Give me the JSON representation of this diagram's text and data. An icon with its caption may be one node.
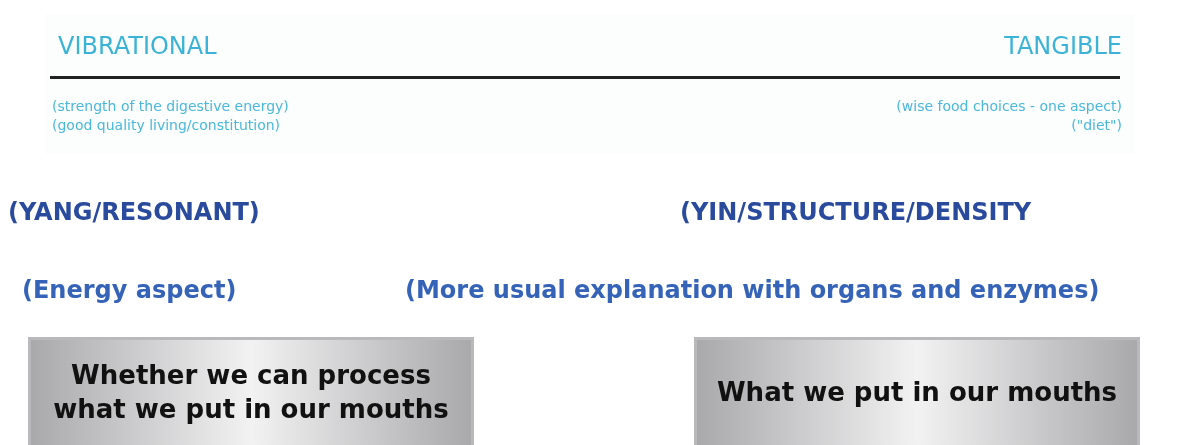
{
  "diagram": {
    "nodes": [
      {
        "text": [
          "Whether we can process what we put in our mouths"
        ]
      },
      {
        "text": [
          "What we put in our mouths"
        ]
      }
    ],
    "labels": [
      "VIBRATIONAL",
      "TANGIBLE",
      "(strength of the digestive energy) (good quality living/constitution)",
      "(wise food choices - one aspect) (\"diet\")",
      "(YANG/RESONANT)",
      "(YIN/STRUCTURE/DENSITY",
      "(Energy aspect)",
      "(More usual explanation with organs and enzymes)"
    ]
  }
}
